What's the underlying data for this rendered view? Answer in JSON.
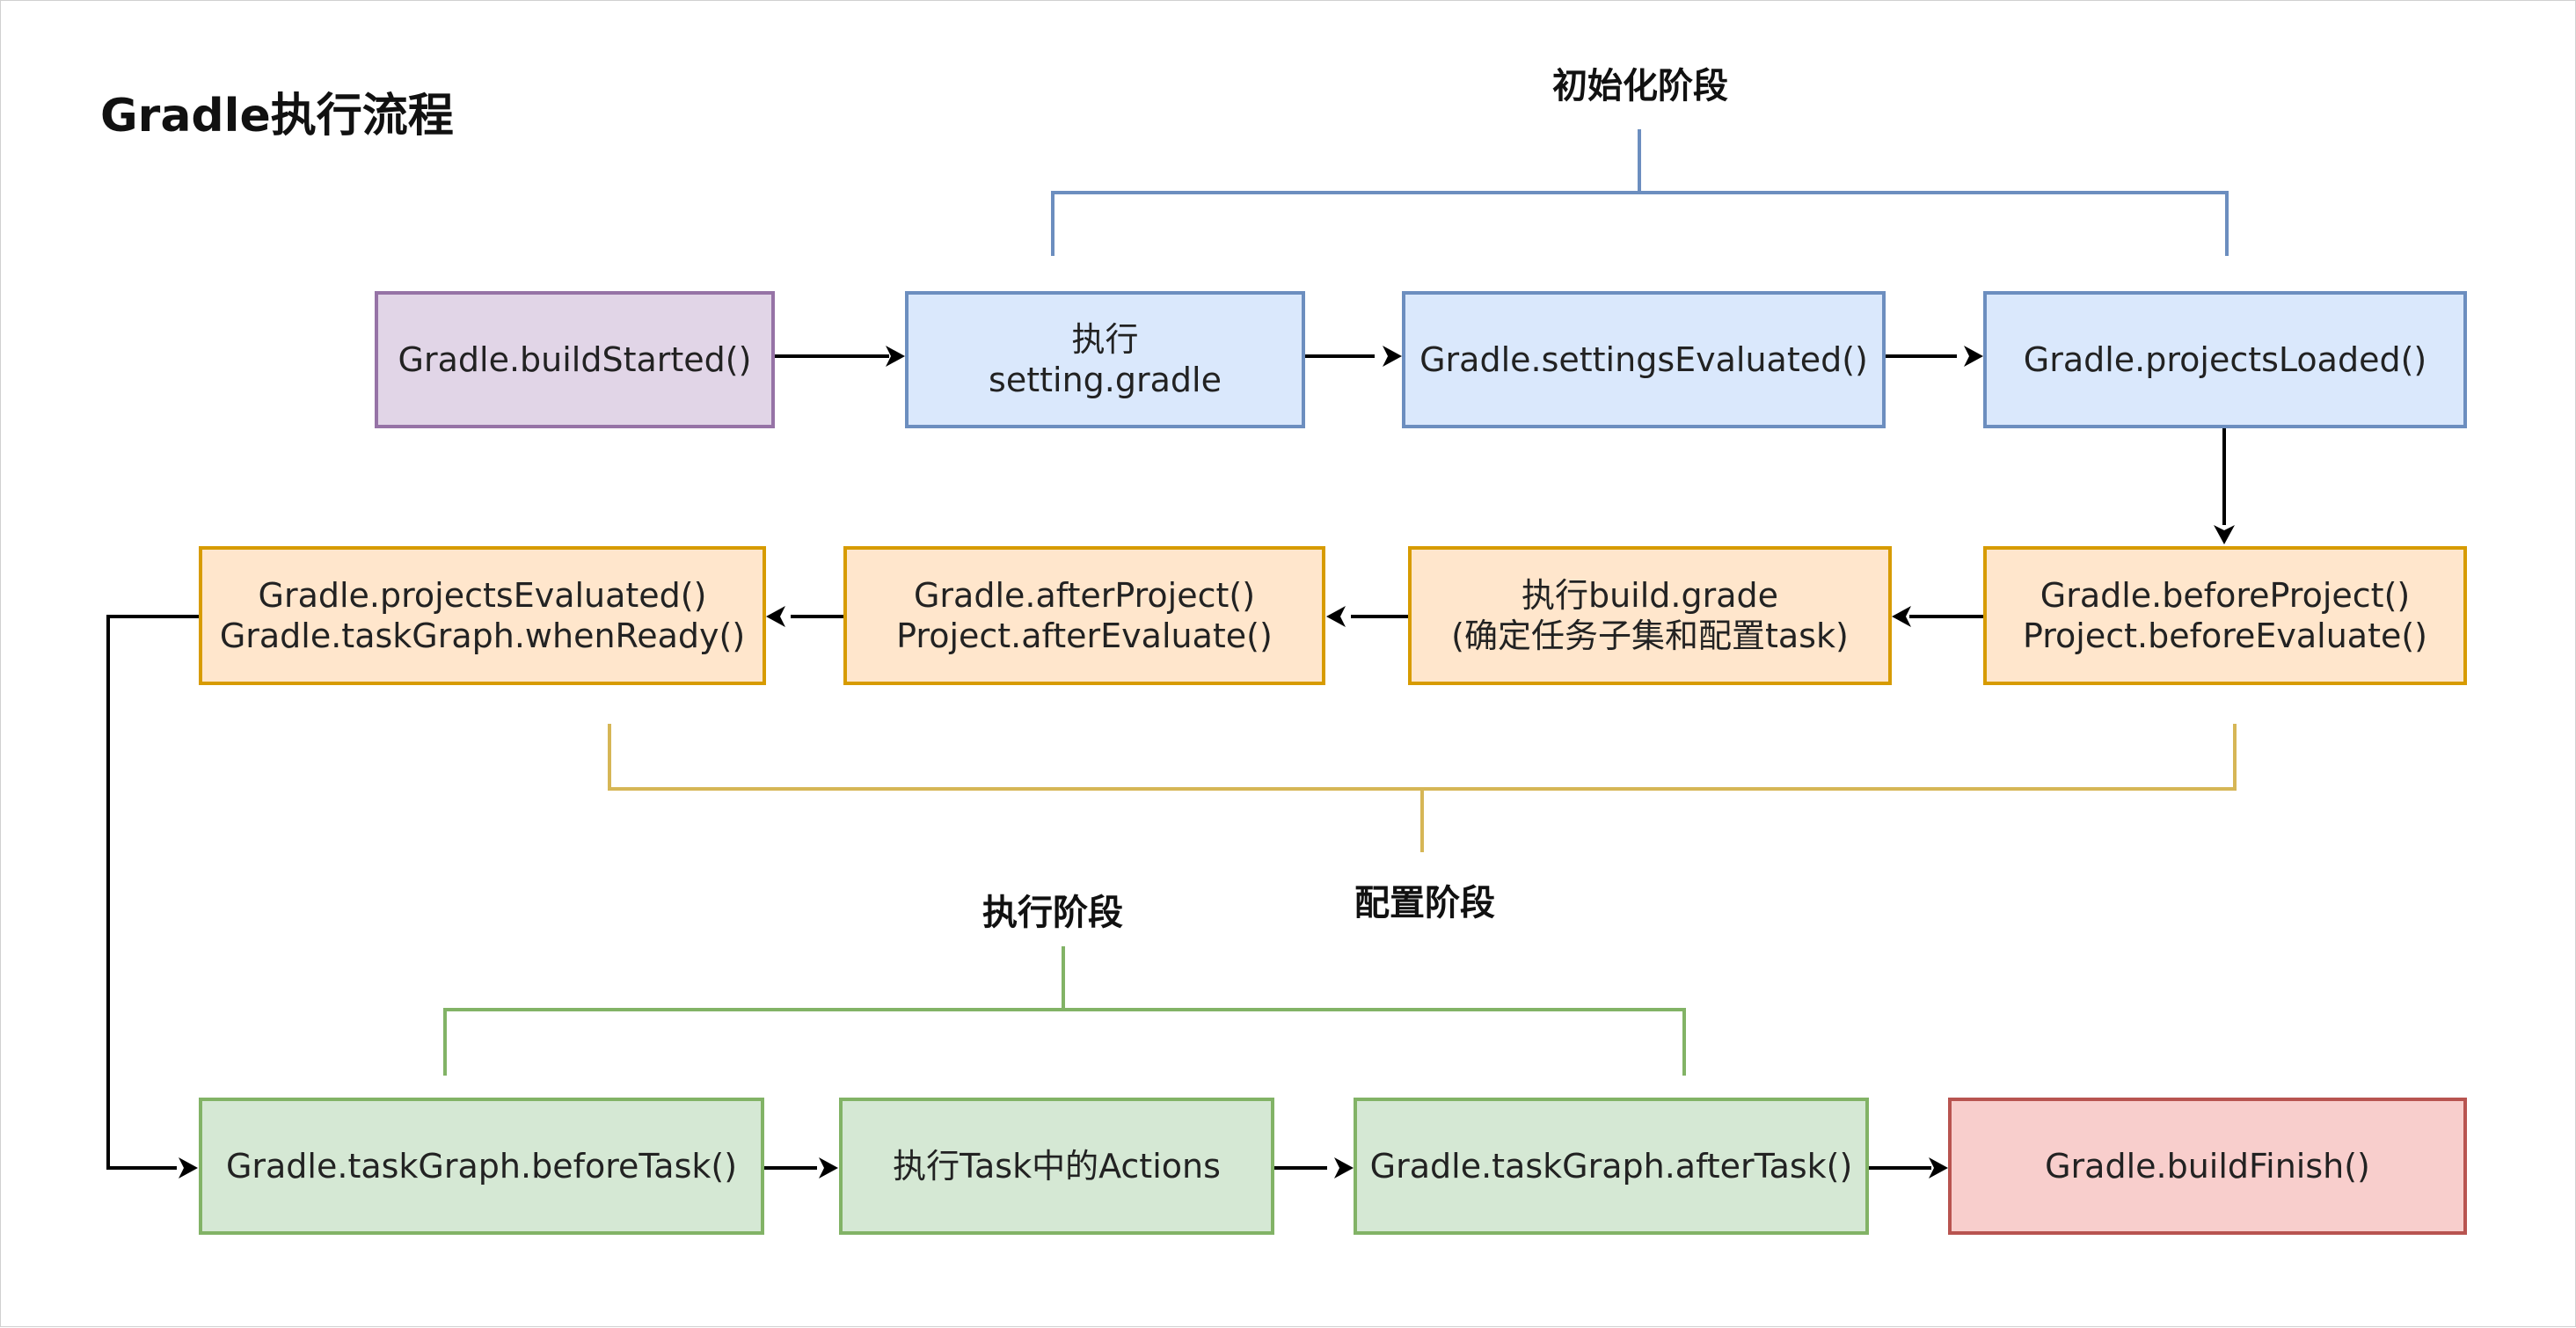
{
  "title": "Gradle执行流程",
  "stages": {
    "init": "初始化阶段",
    "config": "配置阶段",
    "exec": "执行阶段"
  },
  "nodes": {
    "build_started": {
      "lines": [
        "Gradle.buildStarted()"
      ]
    },
    "setting_gradle": {
      "lines": [
        "执行",
        "setting.gradle"
      ]
    },
    "settings_evaluated": {
      "lines": [
        "Gradle.settingsEvaluated()"
      ]
    },
    "projects_loaded": {
      "lines": [
        "Gradle.projectsLoaded()"
      ]
    },
    "before_project": {
      "lines": [
        "Gradle.beforeProject()",
        "Project.beforeEvaluate()"
      ]
    },
    "build_grade": {
      "lines": [
        "执行build.grade",
        "(确定任务子集和配置task)"
      ]
    },
    "after_project": {
      "lines": [
        "Gradle.afterProject()",
        "Project.afterEvaluate()"
      ]
    },
    "projects_evaluated": {
      "lines": [
        "Gradle.projectsEvaluated()",
        "Gradle.taskGraph.whenReady()"
      ]
    },
    "before_task": {
      "lines": [
        "Gradle.taskGraph.beforeTask()"
      ]
    },
    "task_actions": {
      "lines": [
        "执行Task中的Actions"
      ]
    },
    "after_task": {
      "lines": [
        "Gradle.taskGraph.afterTask()"
      ]
    },
    "build_finish": {
      "lines": [
        "Gradle.buildFinish()"
      ]
    }
  },
  "colors": {
    "blue_fill": "#dae8fc",
    "blue_stroke": "#6c8ebf",
    "purple_fill": "#e1d5e7",
    "purple_stroke": "#9673a6",
    "orange_fill": "#ffe6cc",
    "orange_stroke": "#d79b00",
    "green_fill": "#d5e8d4",
    "green_stroke": "#82b366",
    "red_fill": "#f8cecc",
    "red_stroke": "#b85450",
    "init_bracket": "#6c8ebf",
    "config_bracket": "#d6b656",
    "exec_bracket": "#82b366",
    "arrow": "#000000"
  }
}
